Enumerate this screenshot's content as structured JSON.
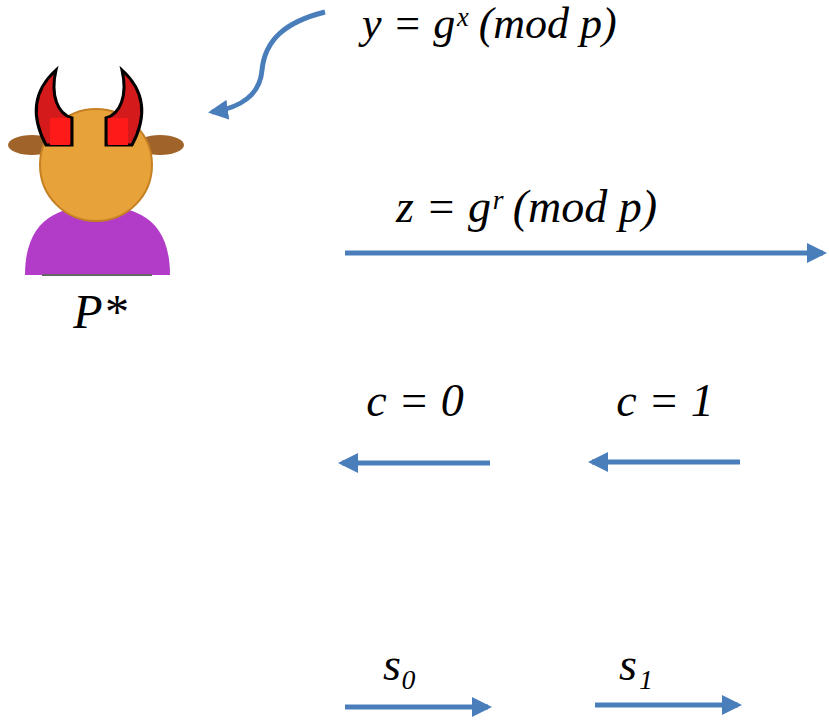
{
  "diagram": {
    "labels": [
      "y = gˣ (mod p)",
      "P*",
      "z = gʳ (mod p)",
      "c = 0",
      "c = 1",
      "s₀",
      "s₁"
    ]
  }
}
